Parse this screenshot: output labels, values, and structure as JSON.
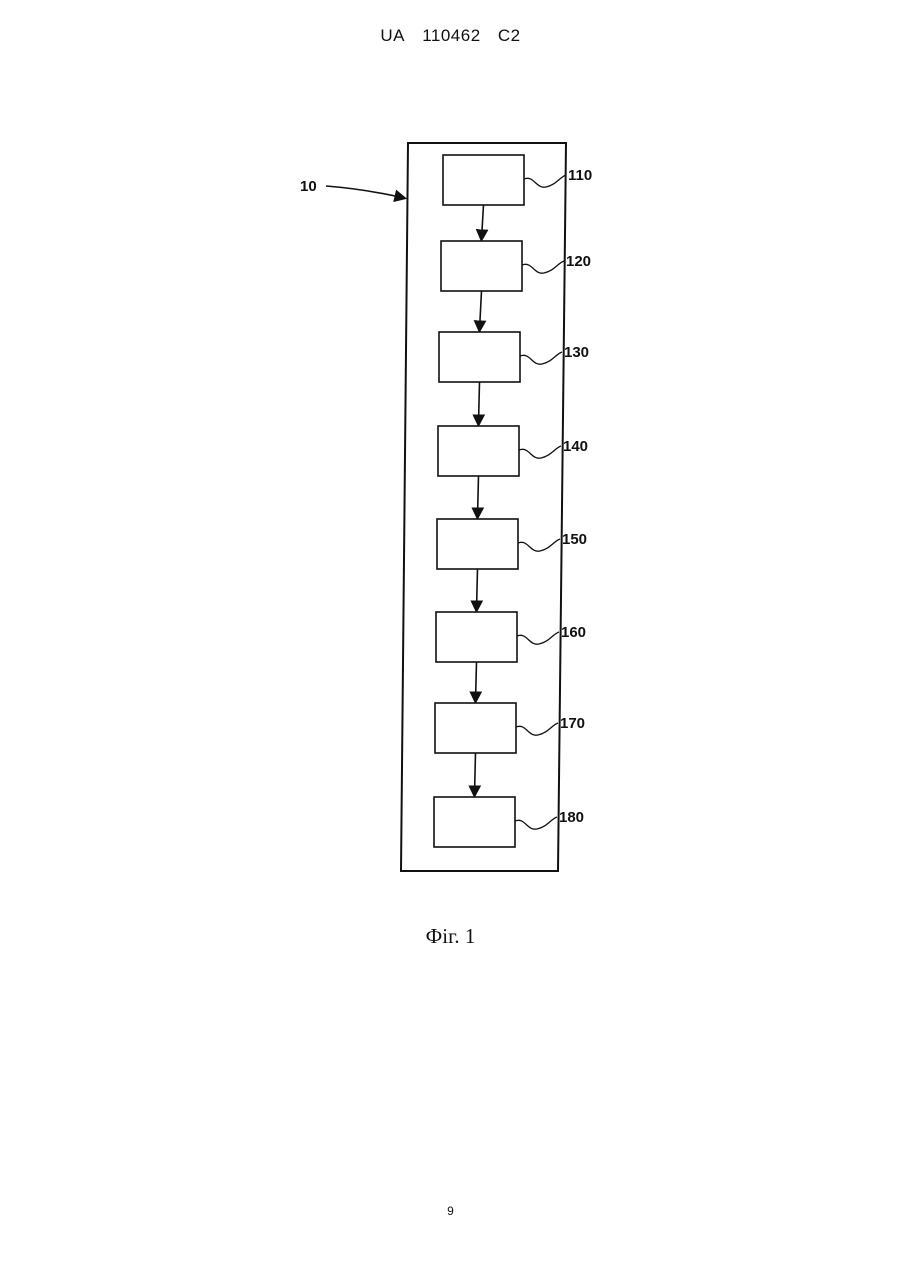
{
  "header": {
    "country": "UA",
    "number": "110462",
    "kind": "C2"
  },
  "diagram": {
    "system_ref": "10",
    "blocks": [
      {
        "ref": "110"
      },
      {
        "ref": "120"
      },
      {
        "ref": "130"
      },
      {
        "ref": "140"
      },
      {
        "ref": "150"
      },
      {
        "ref": "160"
      },
      {
        "ref": "170"
      },
      {
        "ref": "180"
      }
    ]
  },
  "caption": "Фіг. 1",
  "page_number": "9"
}
